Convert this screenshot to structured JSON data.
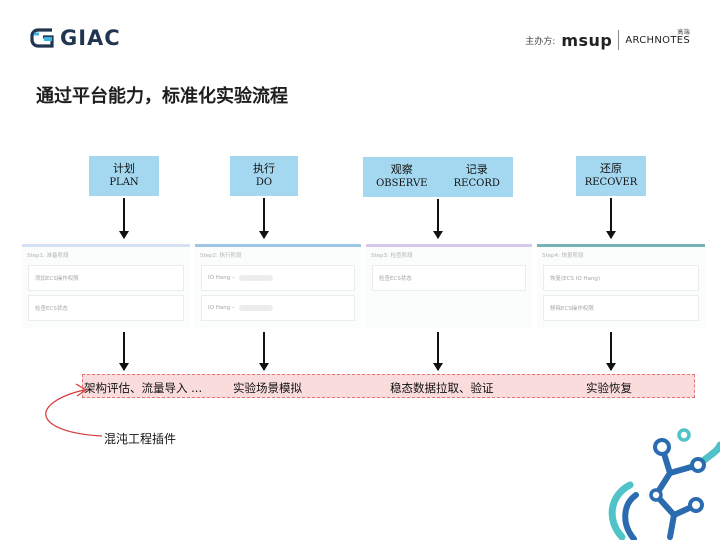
{
  "header": {
    "logo_text": "GIAC",
    "sponsor_label": "主办方:",
    "sponsor_primary": "msup",
    "sponsor_secondary": "ARCHNOTES",
    "sponsor_secondary_sub": "高端"
  },
  "title": "通过平台能力，标准化实验流程",
  "phases": [
    {
      "zh": "计划",
      "en": "PLAN"
    },
    {
      "zh": "执行",
      "en": "DO"
    },
    {
      "zh": "观察",
      "en": "OBSERVE",
      "zh2": "记录",
      "en2": "RECORD"
    },
    {
      "zh": "还原",
      "en": "RECOVER"
    }
  ],
  "steps": [
    {
      "header": "Step1: 准备阶段",
      "cards": [
        "添加ECS操作权限",
        "检查ECS状态"
      ],
      "accent": "#c8d6ee"
    },
    {
      "header": "Step2: 执行阶段",
      "cards": [
        "IO Hang –",
        "IO Hang –"
      ],
      "accent": "#7fb3e0"
    },
    {
      "header": "Step3: 检查阶段",
      "cards": [
        "检查ECS状态"
      ],
      "accent": "#c9b8e6"
    },
    {
      "header": "Step4: 恢复阶段",
      "cards": [
        "恢复(ECS IO Hang)",
        "移除ECS操作权限"
      ],
      "accent": "#4a9a9a"
    }
  ],
  "band": {
    "labels": [
      "架构评估、流量导入 ...",
      "实验场景模拟",
      "稳态数据拉取、验证",
      "实验恢复"
    ],
    "fill": "#fbdcdc",
    "border": "#e57373"
  },
  "plugin_label": "混沌工程插件",
  "colors": {
    "phase_fill": "#a4d8f0",
    "logo_blue": "#1f3550",
    "decor_blue": "#2b6cb0",
    "decor_teal": "#4fc3c8"
  }
}
